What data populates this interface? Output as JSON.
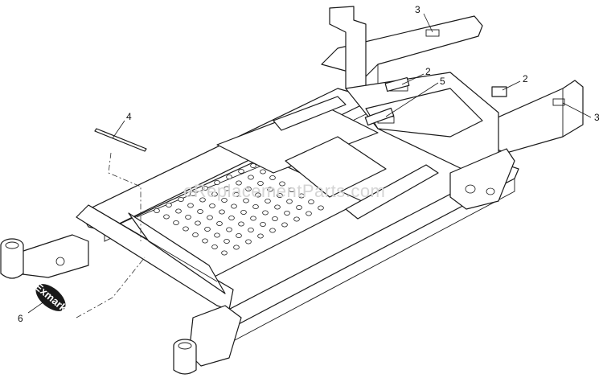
{
  "callouts": [
    {
      "id": "3",
      "label": "3"
    },
    {
      "id": "2a",
      "label": "2"
    },
    {
      "id": "5",
      "label": "5"
    },
    {
      "id": "2b",
      "label": "2"
    },
    {
      "id": "3b",
      "label": "3"
    },
    {
      "id": "4",
      "label": "4"
    },
    {
      "id": "6",
      "label": "6"
    }
  ],
  "watermark": "eReplacementParts.com",
  "logo": "Exmark",
  "colors": {
    "line": "#1a1a1a",
    "watermark": "#d4d4d4",
    "background": "#ffffff"
  }
}
